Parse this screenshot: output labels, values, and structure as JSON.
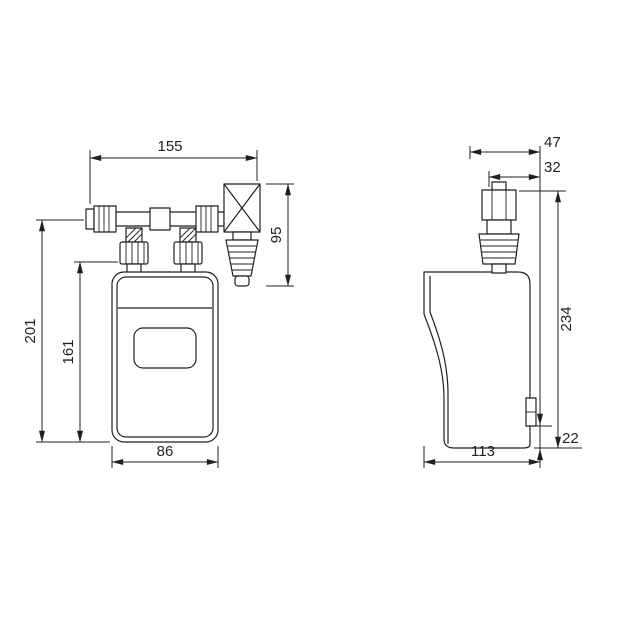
{
  "drawing": {
    "description": "Two-view dimensional line drawing of an under-sink instantaneous water heater with inlet pipe, tee valve and strainer",
    "front": {
      "top_width": "155",
      "valve_height": "95",
      "overall_height": "201",
      "body_height": "161",
      "body_width": "86"
    },
    "side": {
      "top_depth": "47",
      "fitting_depth": "32",
      "overall_height": "234",
      "bottom_gap": "22",
      "overall_depth": "113"
    },
    "colors": {
      "line": "#231f20",
      "background": "#ffffff"
    }
  }
}
